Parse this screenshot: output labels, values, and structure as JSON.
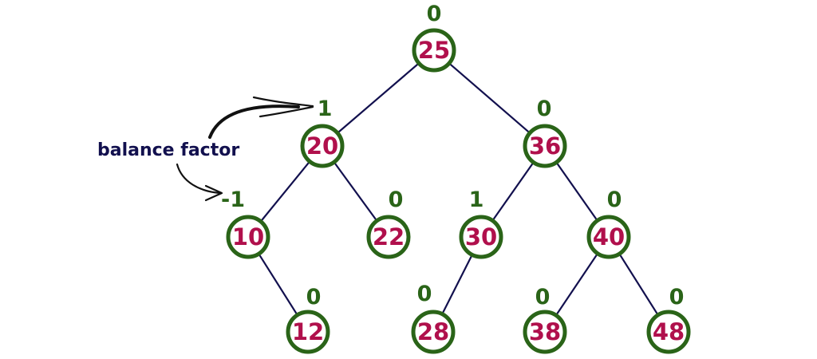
{
  "annotation": {
    "label": "balance factor"
  },
  "colors": {
    "edge": "#12104e",
    "node_ring": "#2a6418",
    "node_value": "#b0104c",
    "balance_factor": "#2a6418",
    "annotation_text": "#12104e"
  },
  "tree": {
    "nodes": [
      {
        "id": "n25",
        "value": "25",
        "balance_factor": "0"
      },
      {
        "id": "n20",
        "value": "20",
        "balance_factor": "1"
      },
      {
        "id": "n36",
        "value": "36",
        "balance_factor": "0"
      },
      {
        "id": "n10",
        "value": "10",
        "balance_factor": "-1"
      },
      {
        "id": "n22",
        "value": "22",
        "balance_factor": "0"
      },
      {
        "id": "n30",
        "value": "30",
        "balance_factor": "1"
      },
      {
        "id": "n40",
        "value": "40",
        "balance_factor": "0"
      },
      {
        "id": "n12",
        "value": "12",
        "balance_factor": "0"
      },
      {
        "id": "n28",
        "value": "28",
        "balance_factor": "0"
      },
      {
        "id": "n38",
        "value": "38",
        "balance_factor": "0"
      },
      {
        "id": "n48",
        "value": "48",
        "balance_factor": "0"
      }
    ],
    "edges": [
      {
        "from": "n25",
        "to": "n20"
      },
      {
        "from": "n25",
        "to": "n36"
      },
      {
        "from": "n20",
        "to": "n10"
      },
      {
        "from": "n20",
        "to": "n22"
      },
      {
        "from": "n36",
        "to": "n30"
      },
      {
        "from": "n36",
        "to": "n40"
      },
      {
        "from": "n10",
        "to": "n12"
      },
      {
        "from": "n30",
        "to": "n28"
      },
      {
        "from": "n40",
        "to": "n38"
      },
      {
        "from": "n40",
        "to": "n48"
      }
    ]
  }
}
